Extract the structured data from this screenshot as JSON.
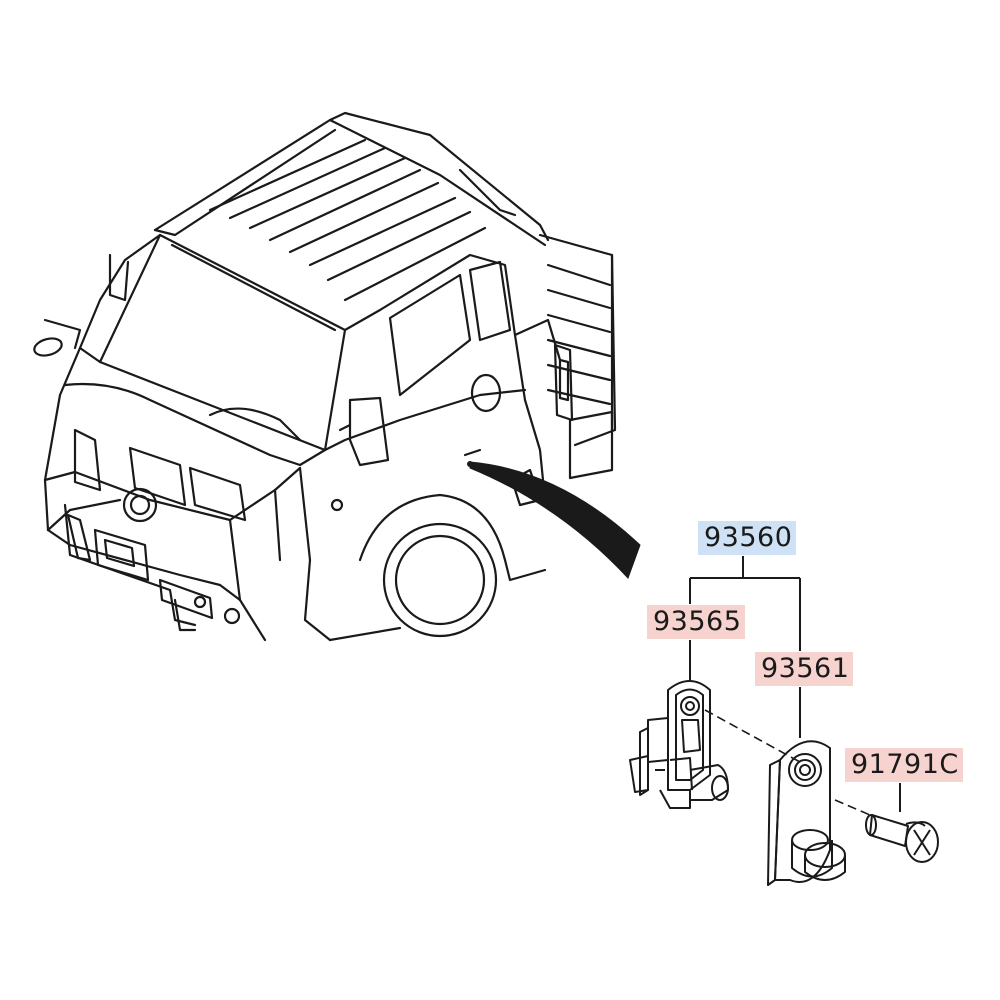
{
  "diagram": {
    "callouts": [
      {
        "part_number": "93560",
        "role": "assembly",
        "color": "#cfe2f5"
      },
      {
        "part_number": "93565",
        "role": "component",
        "color": "#f7d3d0"
      },
      {
        "part_number": "93561",
        "role": "component",
        "color": "#f7d3d0"
      },
      {
        "part_number": "91791C",
        "role": "component",
        "color": "#f7d3d0"
      }
    ],
    "icons": [
      "truck-illustration",
      "door-switch-part",
      "switch-bracket-part",
      "screw-part",
      "leader-arrow"
    ]
  }
}
